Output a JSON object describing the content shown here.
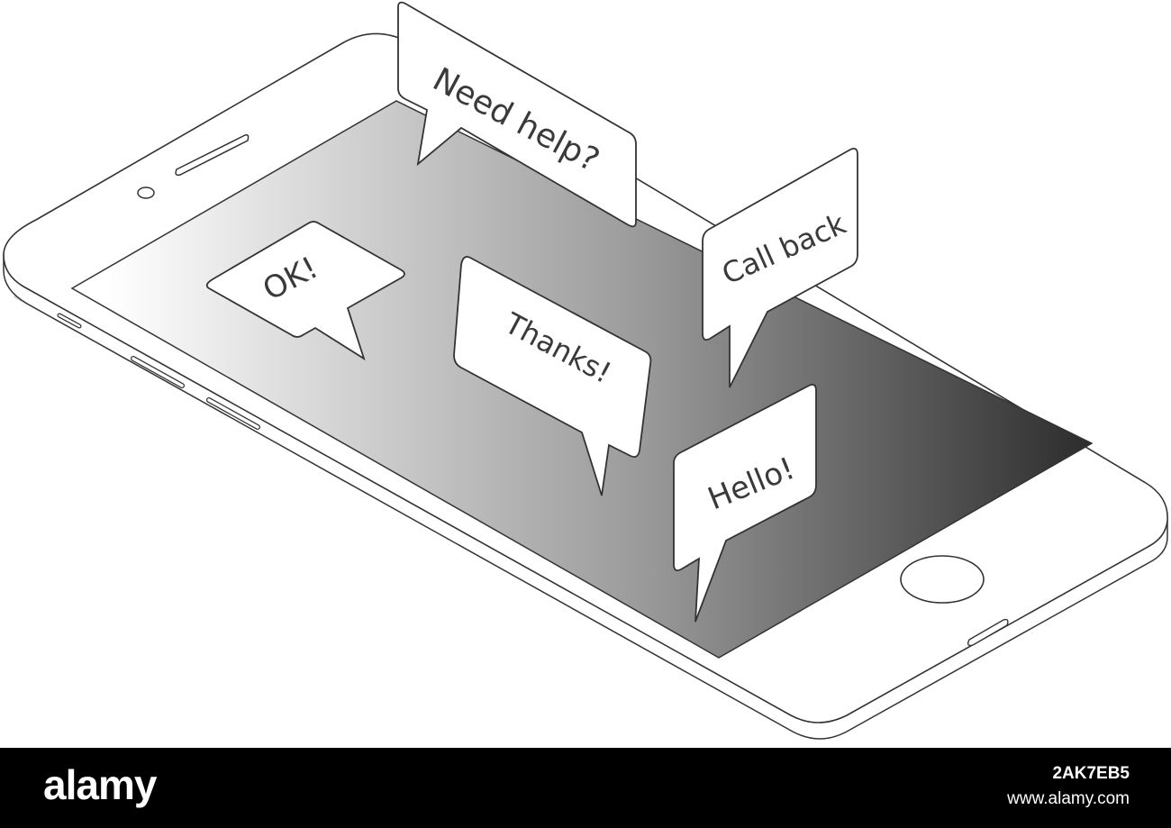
{
  "bubbles": {
    "need_help": "Need help?",
    "call_back": "Call back",
    "ok": "OK!",
    "thanks": "Thanks!",
    "hello": "Hello!"
  },
  "footer": {
    "brand": "alamy",
    "image_id": "2AK7EB5",
    "site": "www.alamy.com"
  },
  "colors": {
    "screen_light": "#ffffff",
    "screen_dark": "#2f2f2f",
    "outline": "#333333",
    "footer_bg": "#000000"
  }
}
